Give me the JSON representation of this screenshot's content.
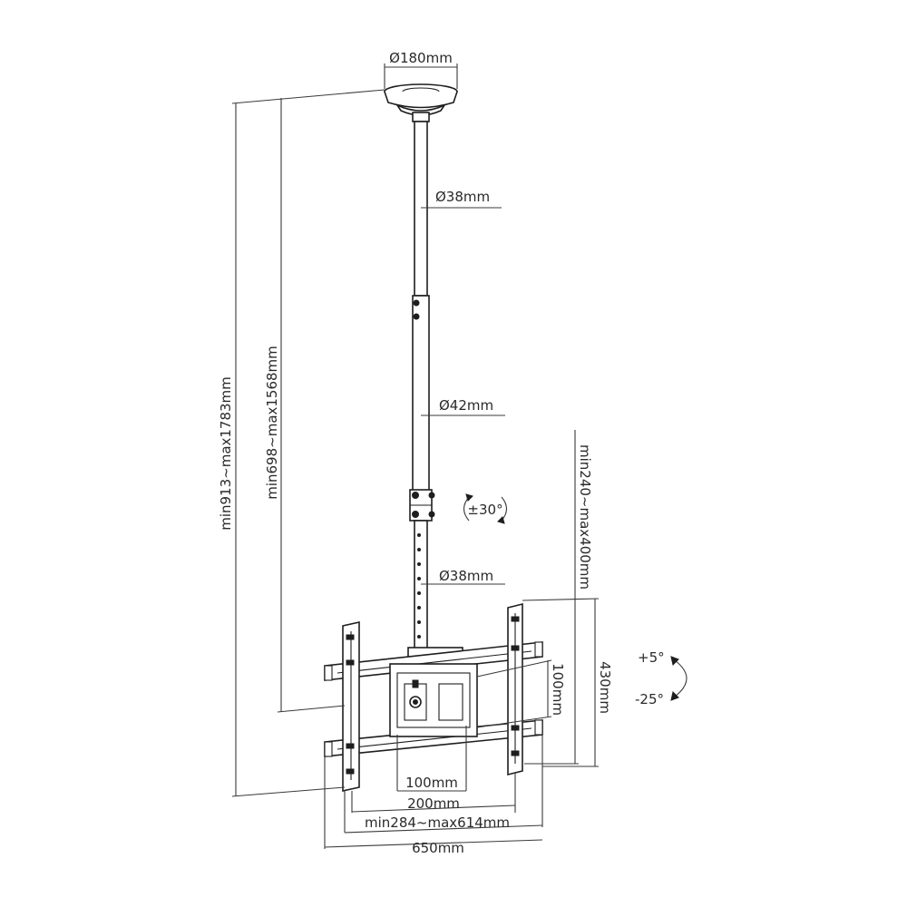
{
  "diagram": {
    "colors": {
      "line": "#1e1e1e",
      "text": "#2a2a2a",
      "background": "#ffffff"
    },
    "dimensions": {
      "plate_diameter": "Ø180mm",
      "top_pole_diameter": "Ø38mm",
      "middle_pole_diameter": "Ø42mm",
      "bottom_pole_diameter": "Ø38mm",
      "overall_height": "min913~max1783mm",
      "pole_height": "min698~max1568mm",
      "bracket_height_range": "min240~max400mm",
      "rotation": "±30°",
      "tilt_up": "+5°",
      "tilt_down": "-25°",
      "vesa_vertical": "100mm",
      "bracket_height": "430mm",
      "vesa_100": "100mm",
      "vesa_200": "200mm",
      "arm_span": "min284~max614mm",
      "total_width": "650mm"
    }
  }
}
